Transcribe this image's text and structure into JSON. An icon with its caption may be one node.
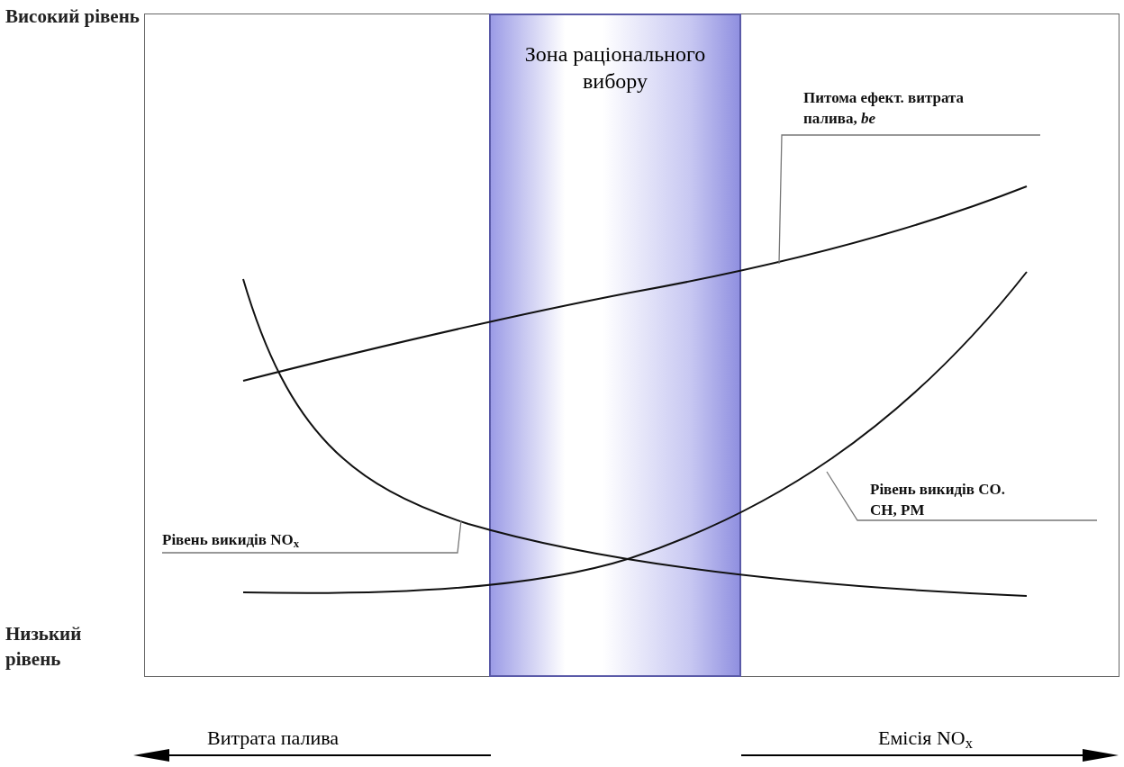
{
  "diagram": {
    "nodes": [
      {
        "text": [
          "Зона раціонального вибору"
        ]
      },
      {
        "text": [
          "Питома ефект. витрата палива, *be*"
        ]
      },
      {
        "text": [
          "Рівень викидів NO$_{x}$"
        ]
      },
      {
        "text": [
          "Рівень викидів CO. CH, PM"
        ]
      }
    ],
    "edges": [
      {
        "from": 1,
        "to": null,
        "arrow": "none"
      },
      {
        "from": 2,
        "to": null,
        "arrow": "none"
      },
      {
        "from": 3,
        "to": null,
        "arrow": "none"
      }
    ],
    "labels": [
      "Високий рівень",
      "Низький рівень",
      "Витрата палива",
      "Емісія NO$_{x}$"
    ]
  }
}
